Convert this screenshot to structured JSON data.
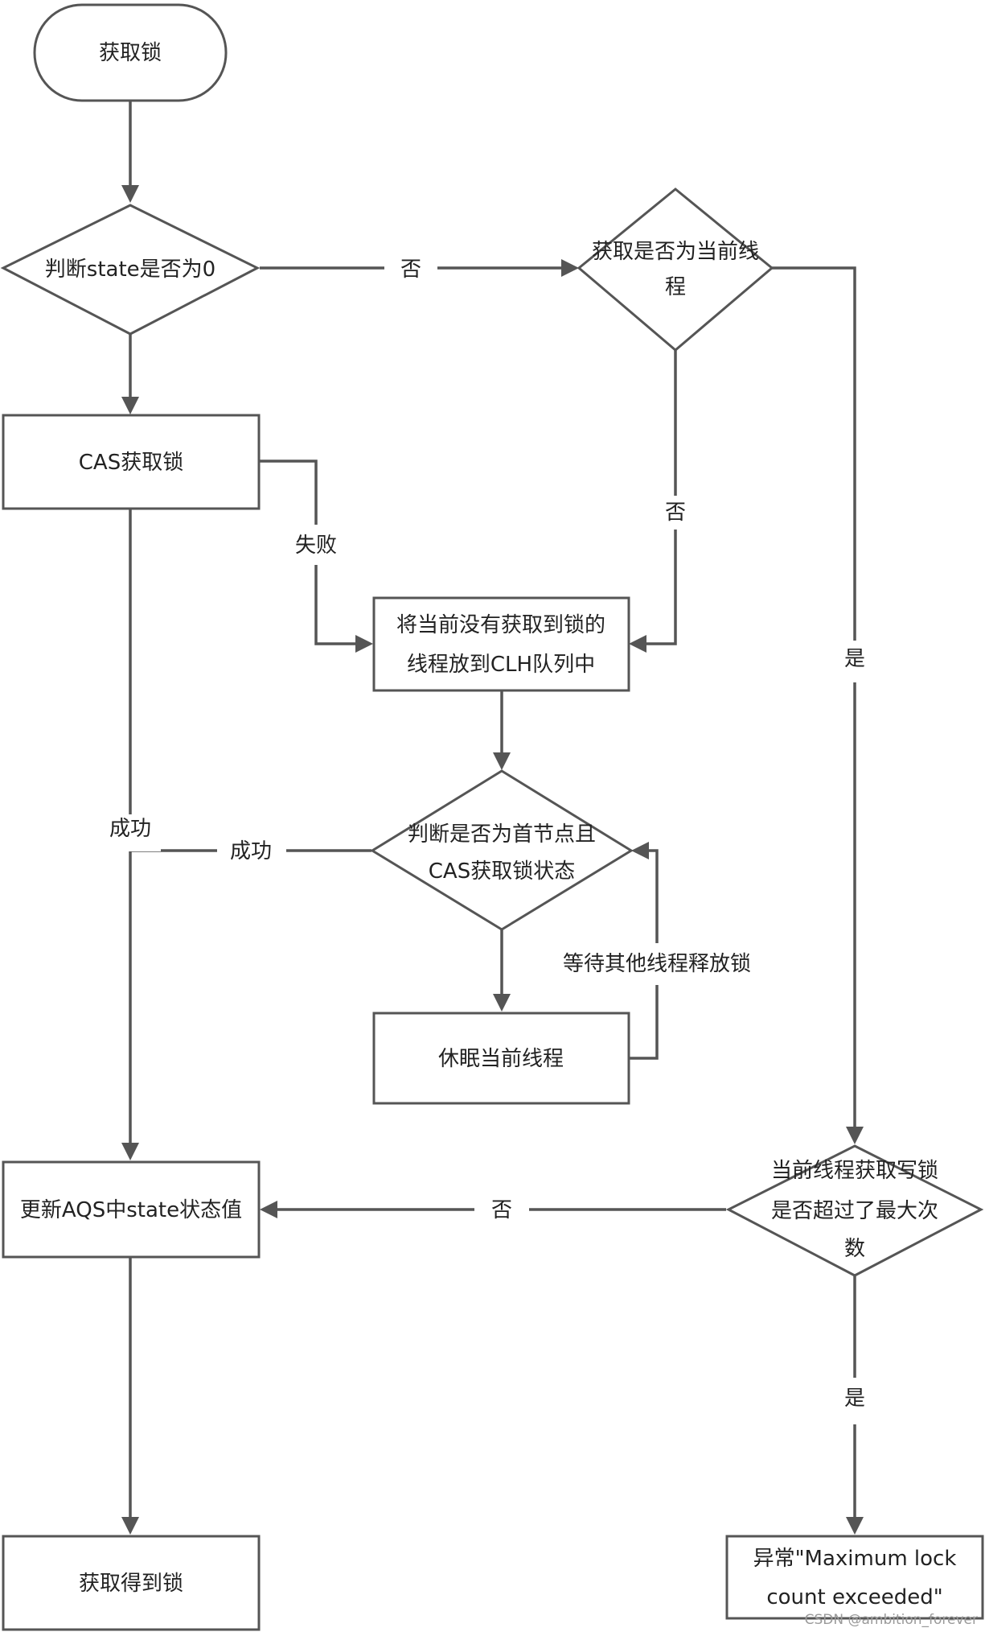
{
  "nodes": {
    "start": "获取锁",
    "check_state": "判断state是否为0",
    "check_current_thread": [
      "获取是否为当前线",
      "程"
    ],
    "cas_acquire": "CAS获取锁",
    "enqueue": [
      "将当前没有获取到锁的",
      "线程放到CLH队列中"
    ],
    "check_head": [
      "判断是否为首节点且",
      "CAS获取锁状态"
    ],
    "park": "休眠当前线程",
    "update_state": "更新AQS中state状态值",
    "check_max": [
      "当前线程获取写锁",
      "是否超过了最大次",
      "数"
    ],
    "acquired": "获取得到锁",
    "exception": [
      "异常\"Maximum lock",
      "count exceeded\""
    ]
  },
  "edges": {
    "state_no": "否",
    "current_no": "否",
    "current_yes": "是",
    "cas_fail": "失败",
    "cas_success": "成功",
    "head_success": "成功",
    "wait_release": "等待其他线程释放锁",
    "max_no": "否",
    "max_yes": "是"
  },
  "watermark": "CSDN @ambition_forever",
  "colors": {
    "stroke": "#555555",
    "text": "#222222",
    "watermark": "#9a9a9a"
  }
}
